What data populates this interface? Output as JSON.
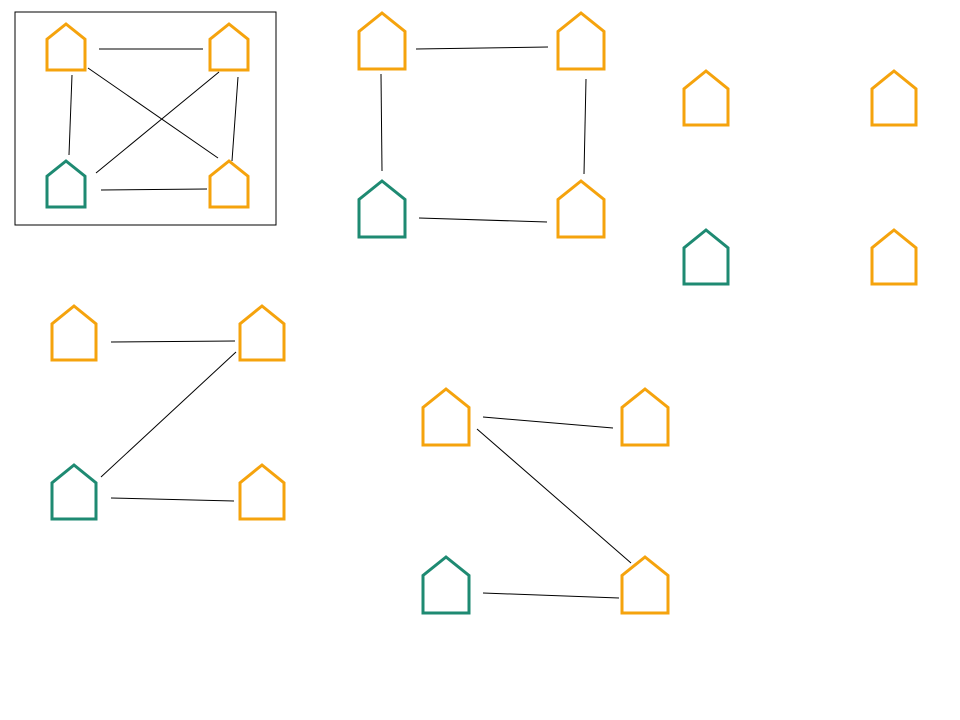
{
  "colors": {
    "house_default": "#F5A30D",
    "house_highlight": "#1E8A72",
    "edge": "#000000",
    "frame": "#000000"
  },
  "icons": {
    "node": "house-icon"
  },
  "graphs": [
    {
      "name": "complete-graph",
      "framed": true,
      "nodes": [
        {
          "id": "tl",
          "color": "house_default"
        },
        {
          "id": "tr",
          "color": "house_default"
        },
        {
          "id": "bl",
          "color": "house_highlight"
        },
        {
          "id": "br",
          "color": "house_default"
        }
      ],
      "edges": [
        [
          "tl",
          "tr"
        ],
        [
          "tl",
          "bl"
        ],
        [
          "tl",
          "br"
        ],
        [
          "tr",
          "bl"
        ],
        [
          "tr",
          "br"
        ],
        [
          "bl",
          "br"
        ]
      ]
    },
    {
      "name": "cycle-graph",
      "framed": false,
      "nodes": [
        {
          "id": "tl",
          "color": "house_default"
        },
        {
          "id": "tr",
          "color": "house_default"
        },
        {
          "id": "bl",
          "color": "house_highlight"
        },
        {
          "id": "br",
          "color": "house_default"
        }
      ],
      "edges": [
        [
          "tl",
          "tr"
        ],
        [
          "tl",
          "bl"
        ],
        [
          "tr",
          "br"
        ],
        [
          "bl",
          "br"
        ]
      ]
    },
    {
      "name": "empty-graph",
      "framed": false,
      "nodes": [
        {
          "id": "tl",
          "color": "house_default"
        },
        {
          "id": "tr",
          "color": "house_default"
        },
        {
          "id": "bl",
          "color": "house_highlight"
        },
        {
          "id": "br",
          "color": "house_default"
        }
      ],
      "edges": []
    },
    {
      "name": "path-graph-a",
      "framed": false,
      "nodes": [
        {
          "id": "tl",
          "color": "house_default"
        },
        {
          "id": "tr",
          "color": "house_default"
        },
        {
          "id": "bl",
          "color": "house_highlight"
        },
        {
          "id": "br",
          "color": "house_default"
        }
      ],
      "edges": [
        [
          "tl",
          "tr"
        ],
        [
          "tr",
          "bl"
        ],
        [
          "bl",
          "br"
        ]
      ]
    },
    {
      "name": "path-graph-b",
      "framed": false,
      "nodes": [
        {
          "id": "tl",
          "color": "house_default"
        },
        {
          "id": "tr",
          "color": "house_default"
        },
        {
          "id": "bl",
          "color": "house_highlight"
        },
        {
          "id": "br",
          "color": "house_default"
        }
      ],
      "edges": [
        [
          "tl",
          "tr"
        ],
        [
          "tl",
          "br"
        ],
        [
          "bl",
          "br"
        ]
      ]
    }
  ]
}
